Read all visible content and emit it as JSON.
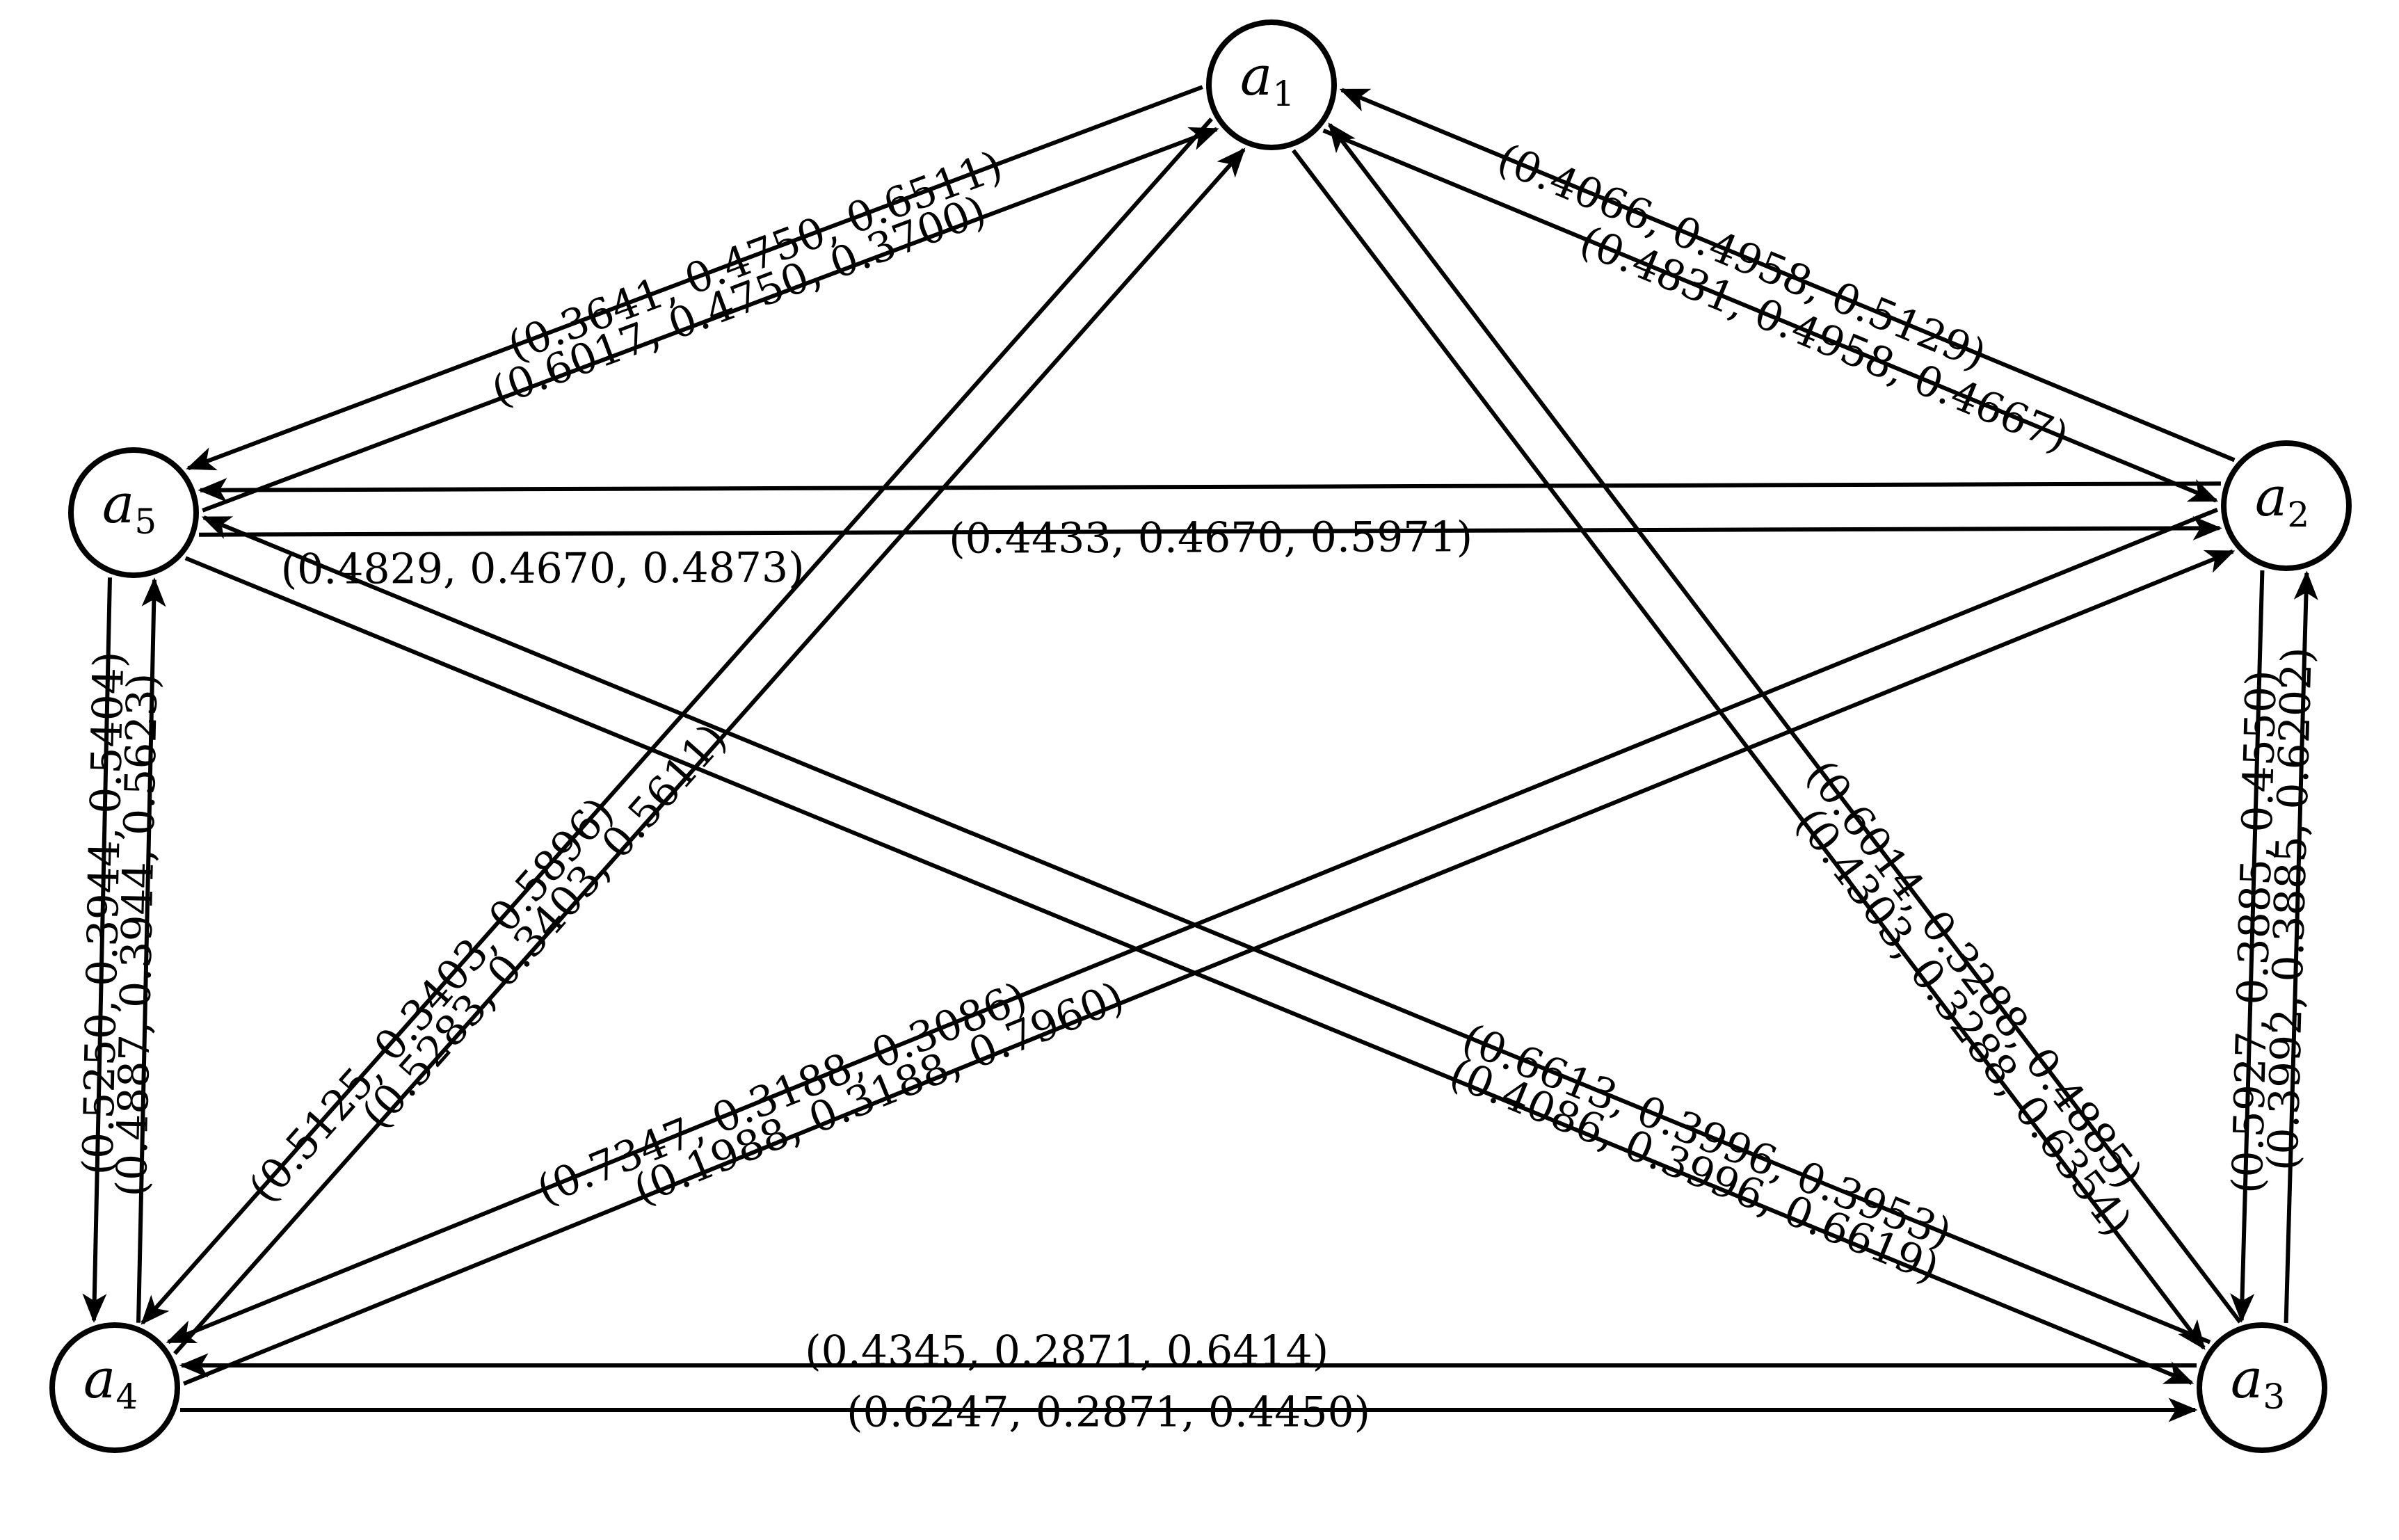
{
  "nodes": [
    {
      "id": "a1",
      "base": "a",
      "sub": "1"
    },
    {
      "id": "a2",
      "base": "a",
      "sub": "2"
    },
    {
      "id": "a3",
      "base": "a",
      "sub": "3"
    },
    {
      "id": "a4",
      "base": "a",
      "sub": "4"
    },
    {
      "id": "a5",
      "base": "a",
      "sub": "5"
    }
  ],
  "edges": [
    {
      "from": "a1",
      "to": "a5",
      "label": "(0.6017, 0.4750, 0.3700)"
    },
    {
      "from": "a5",
      "to": "a1",
      "label": "(0.3641, 0.4750, 0.6511)"
    },
    {
      "from": "a1",
      "to": "a2",
      "label": "(0.4066, 0.4958, 0.5129)"
    },
    {
      "from": "a2",
      "to": "a1",
      "label": "(0.4831, 0.4958, 0.4667)"
    },
    {
      "from": "a5",
      "to": "a2",
      "label": "(0.4829, 0.4670, 0.4873)"
    },
    {
      "from": "a2",
      "to": "a5",
      "label": "(0.4433, 0.4670, 0.5971)"
    },
    {
      "from": "a4",
      "to": "a5",
      "label": "(0.5250, 0.3944, 0.5404)"
    },
    {
      "from": "a5",
      "to": "a4",
      "label": "(0.4887, 0.3944, 0.5623)"
    },
    {
      "from": "a3",
      "to": "a2",
      "label": "(0.5927, 0.3885, 0.4550)"
    },
    {
      "from": "a2",
      "to": "a3",
      "label": "(0.3992, 0.3885, 0.6202)"
    },
    {
      "from": "a1",
      "to": "a4",
      "label": "(0.5283, 0.3403, 0.5611)"
    },
    {
      "from": "a4",
      "to": "a1",
      "label": "(0.5125, 0.3403, 0.5896)"
    },
    {
      "from": "a2",
      "to": "a4",
      "label": "(0.1988, 0.3188, 0.7960)"
    },
    {
      "from": "a4",
      "to": "a2",
      "label": "(0.7347, 0.3188, 0.3086)"
    },
    {
      "from": "a1",
      "to": "a3",
      "label": "(0.6014, 0.3288, 0.4885)"
    },
    {
      "from": "a3",
      "to": "a1",
      "label": "(0.4303, 0.3288, 0.6354)"
    },
    {
      "from": "a3",
      "to": "a5",
      "label": "(0.4086, 0.3996, 0.6619)"
    },
    {
      "from": "a5",
      "to": "a3",
      "label": "(0.6613, 0.3996, 0.3953)"
    },
    {
      "from": "a4",
      "to": "a3",
      "label": "(0.4345, 0.2871, 0.6414)"
    },
    {
      "from": "a3",
      "to": "a4",
      "label": "(0.6247, 0.2871, 0.4450)"
    }
  ]
}
